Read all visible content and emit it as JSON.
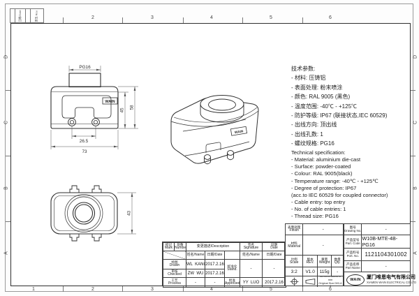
{
  "sheet": {
    "grid": {
      "cols": [
        "1",
        "2",
        "3",
        "4",
        "5",
        "6"
      ],
      "rows_left": [
        "D",
        "C",
        "B",
        "A"
      ],
      "rows_right": [
        "D",
        "C",
        "B",
        "A"
      ]
    },
    "rev_strip": {
      "c1": "日期/Date",
      "c2": "更改 Rev."
    }
  },
  "specs_cn": {
    "lines": [
      "技术参数:",
      "- 材料: 压铸铝",
      "- 表面处理: 粉末喷涂",
      "- 颜色: RAL 9005 (黑色)",
      "- 温度范围: -40℃ - +125℃",
      "- 防护等级: IP67 (联接状态,IEC 60529)",
      "- 出线方向:  顶出线",
      "- 出线孔数: 1",
      "- 螺纹规格: PG16"
    ]
  },
  "specs_en": {
    "lines": [
      "Technical specification:",
      "- Material: aluminium die-cast",
      "- Surface: powder-coated",
      "- Colour: RAL 9005(black)",
      "- Temperature range: -40℃ - +125℃",
      "- Degree of protection: IP67",
      "(acc.to IEC 60529 for coupled connector)",
      "- Cable entry: top entry",
      "- No. of cable entries: 1",
      "- Thread size: PG16"
    ]
  },
  "views": {
    "front": {
      "dim_thread": "PG16",
      "dim_inner_height": "45",
      "dim_height": "58",
      "dim_hole_spacing": "26.5",
      "dim_width": "73",
      "logo": "WAIN"
    },
    "top": {
      "dim_depth": "43"
    },
    "iso": {
      "logo": "WAIN"
    }
  },
  "title_block": {
    "left": {
      "mark_cn": "标记",
      "mark_en": "Mark",
      "number_cn": "处数",
      "number_en": "Number",
      "description": "变更描述/Description",
      "signature_cn": "签名",
      "signature_en": "Signature",
      "date_cn": "日期",
      "date_en": "Date",
      "name_date_1": "姓名/Name",
      "name_date_2": "日期/Date",
      "name_date_3": "姓名/Name",
      "name_date_4": "日期/Date",
      "drawn_cn": "绘图",
      "drawn_en": "Drawn",
      "drawn_name": "WL  KANG",
      "drawn_date": "2017.2.16",
      "stand_cn": "标准化",
      "stand_en": "Stand.",
      "stand_name": "-",
      "stand_date": "-",
      "checked_cn": "审核",
      "checked_en": "Checked",
      "checked_name": "ZW  WU",
      "checked_date": "2017.2.16",
      "process_cn": "工艺",
      "process_en": "Process",
      "process_name": "-",
      "process_date": "-",
      "approved_cn": "批准",
      "approved_en": "Approved",
      "approved_name": "YY  LUO",
      "approved_date": "2017.2.16"
    },
    "middle": {
      "finish_cn": "表面处理",
      "finish_en": "Finish",
      "finish_value": "-",
      "material_cn": "材料",
      "material_en": "Material",
      "material_value": "-",
      "scale_cn": "比例",
      "scale_en": "Scale",
      "scale_value": "3:2",
      "rev_cn": "版本",
      "rev_en": "REV.",
      "rev_value": "V1.0",
      "weight_cn": "重量",
      "weight_en": "Weight",
      "weight_value": "115g",
      "qty_cn": "数量",
      "qty_en": "Qty.",
      "qty_value": "-",
      "note_1": "All Dimensions in mm",
      "note_2": "Original Size DIN A 4"
    },
    "right": {
      "drawing_no_cn": "图号",
      "drawing_no_en": "Drawing No.",
      "drawing_no_value": "-",
      "part_code_cn": "产品型号",
      "part_code_en": "Part. Code",
      "part_code_value": "W10B-MTE-4B-PG16",
      "part_no_cn": "产品料号",
      "part_no_en": "Port. No.",
      "part_no_value": "1121104301002",
      "part_name_cn": "产品名称",
      "part_name_en": "Part Name",
      "part_name_value": "-",
      "logo_text": "WAIN",
      "company_cn": "厦门唯恩电气有限公司",
      "company_en": "XIAMEN WAIN ELECTRICAL CO.LTD"
    }
  }
}
